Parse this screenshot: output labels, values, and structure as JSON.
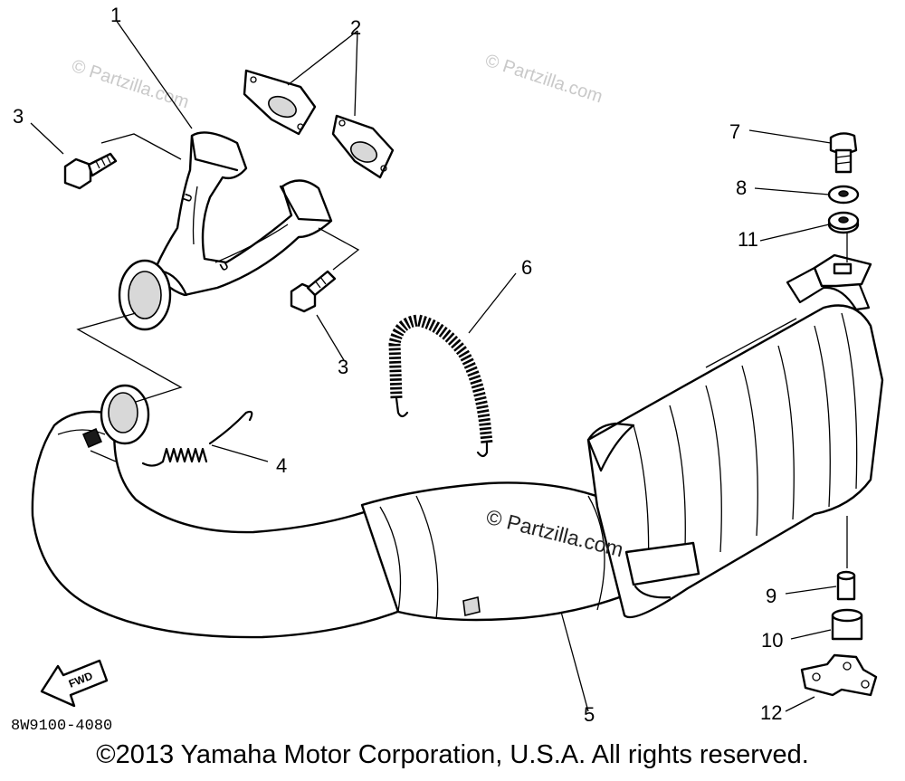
{
  "diagram_code": "8W9100-4080",
  "copyright": "©2013 Yamaha Motor Corporation, U.S.A. All rights reserved.",
  "watermark_main": "© Partzilla.com",
  "watermark": "© Partzilla.com",
  "fwd_label": "FWD",
  "callouts": {
    "c1": "1",
    "c2": "2",
    "c3a": "3",
    "c3b": "3",
    "c4": "4",
    "c5": "5",
    "c6": "6",
    "c7": "7",
    "c8": "8",
    "c9": "9",
    "c10": "10",
    "c11": "11",
    "c12": "12"
  }
}
